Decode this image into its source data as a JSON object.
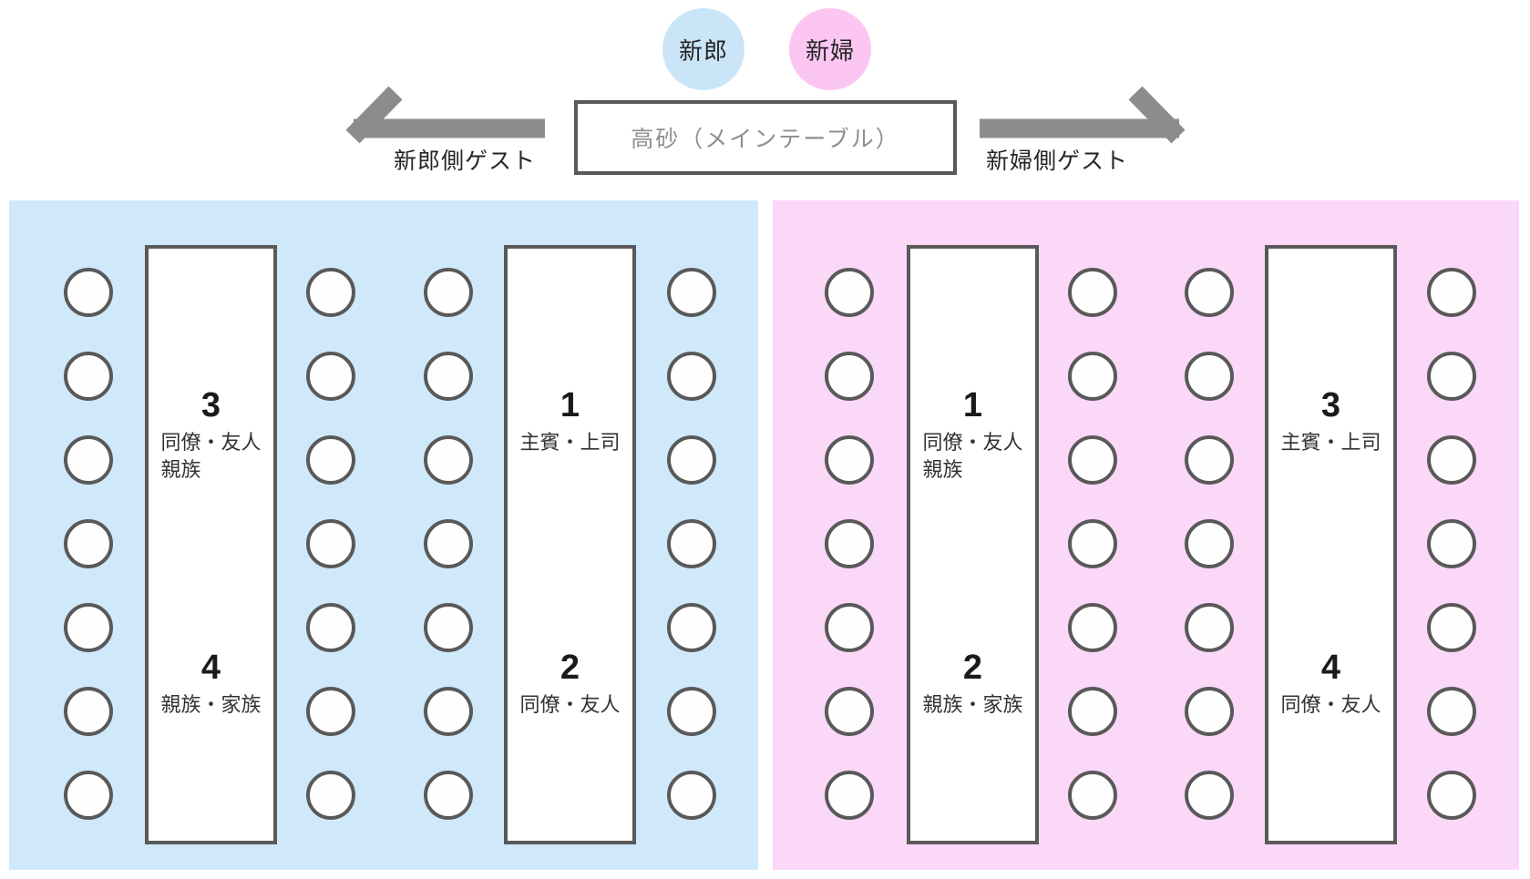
{
  "header": {
    "groom_label": "新郎",
    "bride_label": "新婦",
    "main_table_label": "高砂（メインテーブル）",
    "groom_side_label": "新郎側ゲスト",
    "bride_side_label": "新婦側ゲスト"
  },
  "colors": {
    "groom_circle": "#c9e5f7",
    "bride_circle": "#fbc6f1",
    "groom_panel": "#cfe9fb",
    "bride_panel": "#fbd7f8",
    "table_border": "#595959",
    "seat_border": "#595959",
    "arrow": "#8c8c8c",
    "main_table_text": "#8f8f8f",
    "text": "#262626"
  },
  "seats_per_column": 7,
  "panels": [
    {
      "side_name": "groom",
      "tables": [
        {
          "top": {
            "number": "3",
            "labels": [
              "同僚・友人",
              "親族"
            ]
          },
          "bottom": {
            "number": "4",
            "labels": [
              "親族・家族"
            ]
          }
        },
        {
          "top": {
            "number": "1",
            "labels": [
              "主賓・上司"
            ]
          },
          "bottom": {
            "number": "2",
            "labels": [
              "同僚・友人"
            ]
          }
        }
      ]
    },
    {
      "side_name": "bride",
      "tables": [
        {
          "top": {
            "number": "1",
            "labels": [
              "同僚・友人",
              "親族"
            ]
          },
          "bottom": {
            "number": "2",
            "labels": [
              "親族・家族"
            ]
          }
        },
        {
          "top": {
            "number": "3",
            "labels": [
              "主賓・上司"
            ]
          },
          "bottom": {
            "number": "4",
            "labels": [
              "同僚・友人"
            ]
          }
        }
      ]
    }
  ]
}
